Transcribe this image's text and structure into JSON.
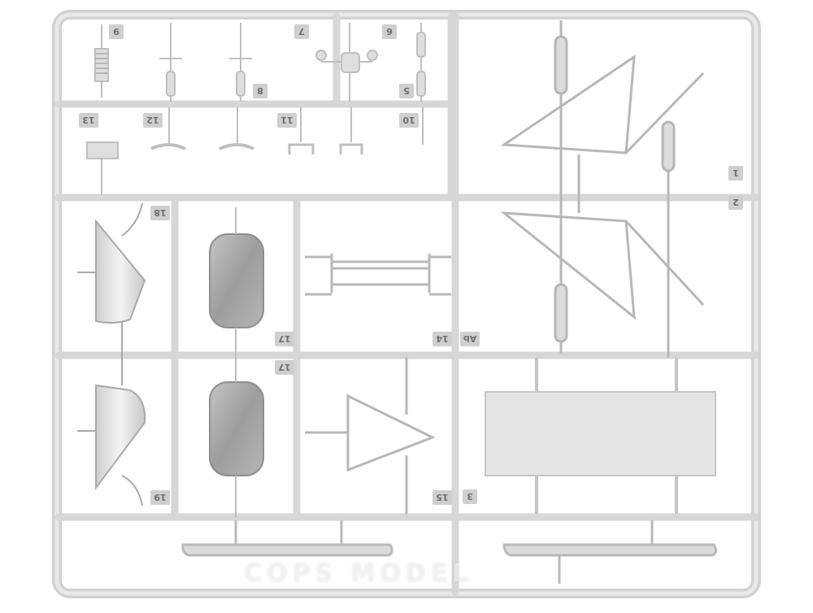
{
  "part_numbers": [
    "9",
    "7",
    "6",
    "8",
    "5",
    "13",
    "12",
    "11",
    "10",
    "1",
    "2",
    "18",
    "17",
    "14",
    "Ab",
    "17",
    "19",
    "15",
    "3"
  ],
  "watermark": "COPS MODEL",
  "colors": {
    "plastic": "#dadada",
    "plastic_dark": "#bdbdbd",
    "plastic_light": "#f2f2f2",
    "tag": "#cfcfcf"
  }
}
